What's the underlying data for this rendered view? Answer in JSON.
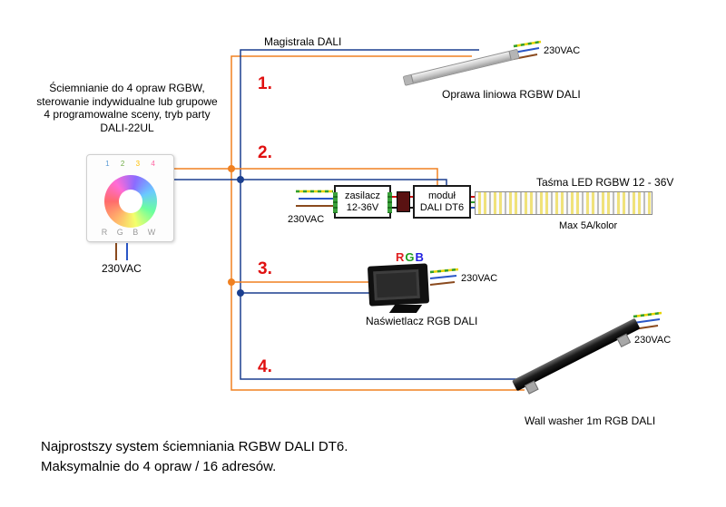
{
  "diagram": {
    "bus_label": "Magistrala DALI",
    "numbers": [
      "1.",
      "2.",
      "3.",
      "4."
    ],
    "panel": {
      "description_lines": [
        "Ściemnianie do 4 opraw RGBW,",
        "sterowanie indywidualne lub grupowe",
        "4 programowalne sceny, tryb party",
        "DALI-22UL"
      ],
      "digits": [
        "1",
        "2",
        "3",
        "4"
      ],
      "bottom_row": "R G B W",
      "voltage": "230VAC"
    },
    "fixture1": {
      "label": "Oprawa liniowa RGBW DALI",
      "voltage": "230VAC"
    },
    "fixture2": {
      "psu_line1": "zasilacz",
      "psu_line2": "12-36V",
      "module_line1": "moduł",
      "module_line2": "DALI DT6",
      "strip_label": "Taśma LED RGBW 12 - 36V",
      "strip_max": "Max 5A/kolor",
      "voltage": "230VAC"
    },
    "fixture3": {
      "rgb": [
        "R",
        "G",
        "B"
      ],
      "label": "Naświetlacz RGB DALI",
      "voltage": "230VAC"
    },
    "fixture4": {
      "label": "Wall washer 1m RGB DALI",
      "voltage": "230VAC"
    },
    "footer_lines": [
      "Najprostszy system ściemniania RGBW DALI DT6.",
      "Maksymalnie do 4 opraw / 16 adresów."
    ],
    "colors": {
      "bus_orange": "#f08020",
      "bus_blue": "#1b3f8f",
      "number_red": "#e01010",
      "wire_green": "#2f9e2f",
      "wire_yellow": "#e8d400",
      "wire_blue": "#2a56c6",
      "wire_brown": "#8a4a1e",
      "wire_red": "#cc1111",
      "wire_black": "#111111"
    }
  }
}
